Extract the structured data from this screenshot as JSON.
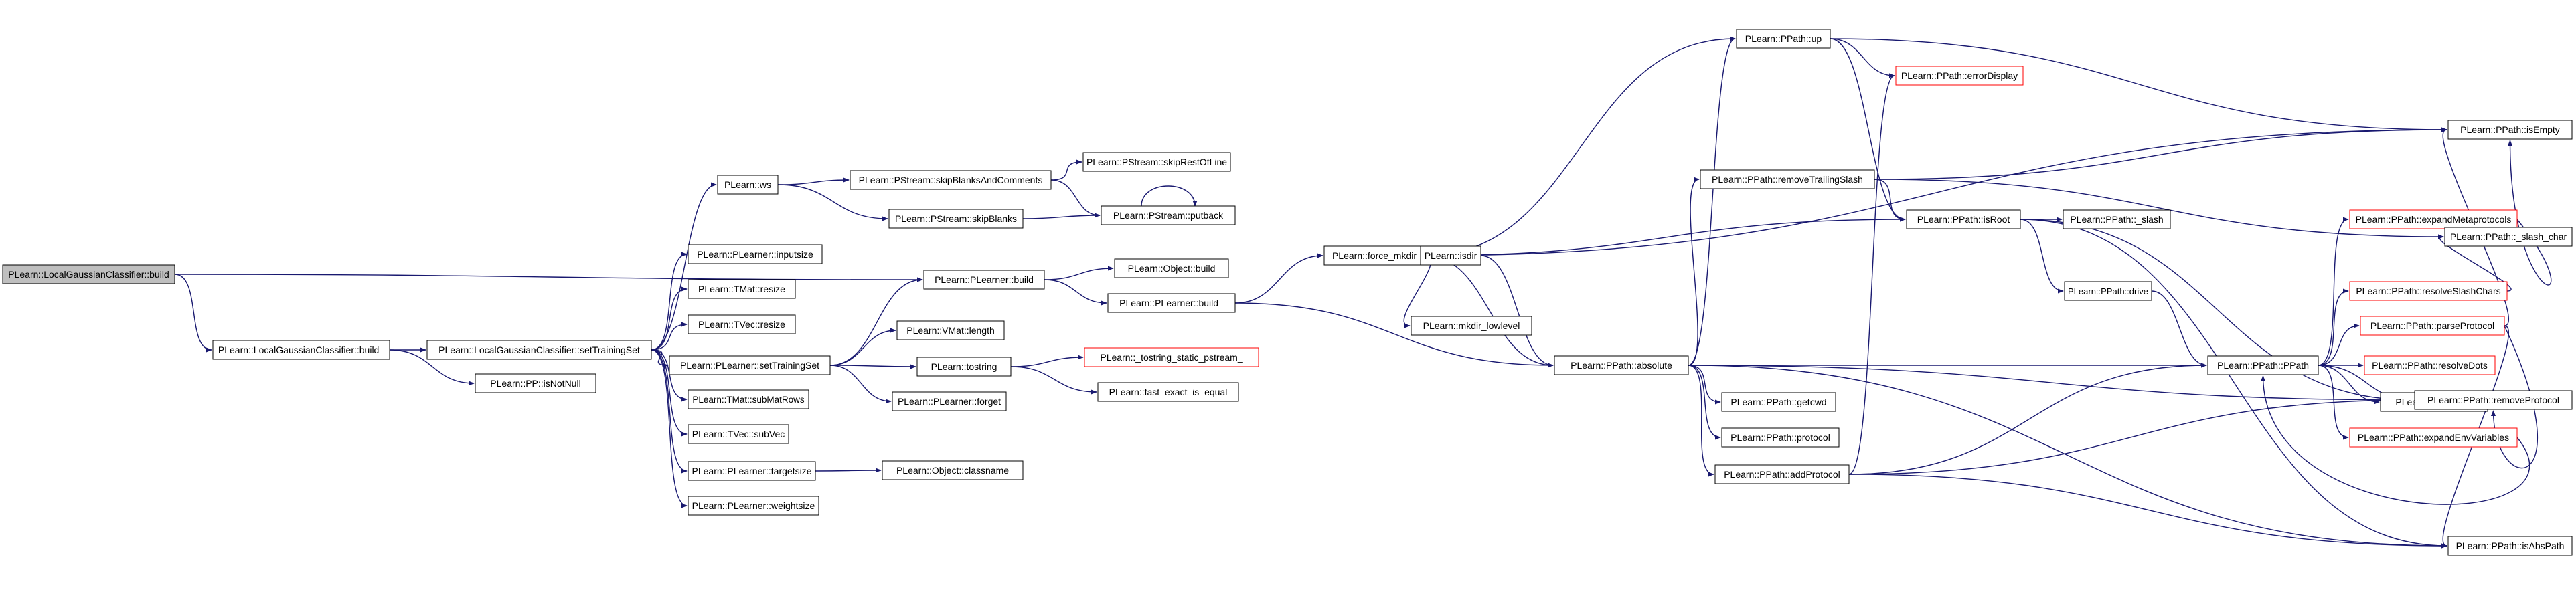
{
  "colors": {
    "edge": "#191970",
    "node_border": "#000000",
    "external_border": "#ff0000",
    "root_fill": "#bfbfbf",
    "node_fill": "#ffffff"
  },
  "nodes": [
    {
      "id": "n_build",
      "label": "PLearn::LocalGaussianClassifier::build",
      "style": "root"
    },
    {
      "id": "n_build_",
      "label": "PLearn::LocalGaussianClassifier::build_"
    },
    {
      "id": "n_setTS",
      "label": "PLearn::LocalGaussianClassifier::setTrainingSet"
    },
    {
      "id": "n_isNotNull",
      "label": "PLearn::PP::isNotNull"
    },
    {
      "id": "n_ws",
      "label": "PLearn::ws"
    },
    {
      "id": "n_inputsize",
      "label": "PLearn::PLearner::inputsize"
    },
    {
      "id": "n_tmat_resize",
      "label": "PLearn::TMat::resize"
    },
    {
      "id": "n_tvec_resize",
      "label": "PLearn::TVec::resize"
    },
    {
      "id": "n_pl_setTS",
      "label": "PLearn::PLearner::setTrainingSet"
    },
    {
      "id": "n_subMatRows",
      "label": "PLearn::TMat::subMatRows"
    },
    {
      "id": "n_subVec",
      "label": "PLearn::TVec::subVec"
    },
    {
      "id": "n_targetsize",
      "label": "PLearn::PLearner::targetsize"
    },
    {
      "id": "n_weightsize",
      "label": "PLearn::PLearner::weightsize"
    },
    {
      "id": "n_skipBC",
      "label": "PLearn::PStream::skipBlanksAndComments"
    },
    {
      "id": "n_skipBlanks",
      "label": "PLearn::PStream::skipBlanks"
    },
    {
      "id": "n_skipRest",
      "label": "PLearn::PStream::skipRestOfLine"
    },
    {
      "id": "n_putback",
      "label": "PLearn::PStream::putback"
    },
    {
      "id": "n_pl_build",
      "label": "PLearn::PLearner::build"
    },
    {
      "id": "n_obj_build",
      "label": "PLearn::Object::build"
    },
    {
      "id": "n_pl_build_",
      "label": "PLearn::PLearner::build_"
    },
    {
      "id": "n_vmat_length",
      "label": "PLearn::VMat::length"
    },
    {
      "id": "n_tostring",
      "label": "PLearn::tostring"
    },
    {
      "id": "n_forget",
      "label": "PLearn::PLearner::forget"
    },
    {
      "id": "n_tostring_static",
      "label": "PLearn::_tostring_static_pstream_",
      "style": "ext"
    },
    {
      "id": "n_fast_exact",
      "label": "PLearn::fast_exact_is_equal"
    },
    {
      "id": "n_classname",
      "label": "PLearn::Object::classname"
    },
    {
      "id": "n_force_mkdir",
      "label": "PLearn::force_mkdir"
    },
    {
      "id": "n_isdir",
      "label": "PLearn::isdir"
    },
    {
      "id": "n_mkdir_lowlevel",
      "label": "PLearn::mkdir_lowlevel"
    },
    {
      "id": "n_absolute",
      "label": "PLearn::PPath::absolute"
    },
    {
      "id": "n_up",
      "label": "PLearn::PPath::up"
    },
    {
      "id": "n_errorDisplay",
      "label": "PLearn::PPath::errorDisplay",
      "style": "ext"
    },
    {
      "id": "n_removeTS",
      "label": "PLearn::PPath::removeTrailingSlash"
    },
    {
      "id": "n_isRoot",
      "label": "PLearn::PPath::isRoot"
    },
    {
      "id": "n_slash",
      "label": "PLearn::PPath::_slash"
    },
    {
      "id": "n_drive",
      "label": "PLearn::PPath::drive"
    },
    {
      "id": "n_getcwd",
      "label": "PLearn::PPath::getcwd"
    },
    {
      "id": "n_protocol",
      "label": "PLearn::PPath::protocol"
    },
    {
      "id": "n_addProtocol",
      "label": "PLearn::PPath::addProtocol"
    },
    {
      "id": "n_ppath",
      "label": "PLearn::PPath::PPath"
    },
    {
      "id": "n_expandMeta",
      "label": "PLearn::PPath::expandMetaprotocols",
      "style": "ext"
    },
    {
      "id": "n_resolveSlash",
      "label": "PLearn::PPath::resolveSlashChars",
      "style": "ext"
    },
    {
      "id": "n_parseProtocol",
      "label": "PLearn::PPath::parseProtocol",
      "style": "ext"
    },
    {
      "id": "n_resolveDots",
      "label": "PLearn::PPath::resolveDots",
      "style": "ext"
    },
    {
      "id": "n_startsWith",
      "label": "PLearn::startsWith"
    },
    {
      "id": "n_expandEnv",
      "label": "PLearn::PPath::expandEnvVariables",
      "style": "ext"
    },
    {
      "id": "n_isEmpty",
      "label": "PLearn::PPath::isEmpty"
    },
    {
      "id": "n_slash_char",
      "label": "PLearn::PPath::_slash_char"
    },
    {
      "id": "n_removeProtocol",
      "label": "PLearn::PPath::removeProtocol"
    },
    {
      "id": "n_isAbsPath",
      "label": "PLearn::PPath::isAbsPath"
    }
  ],
  "edges": [
    [
      "n_build",
      "n_build_"
    ],
    [
      "n_build",
      "n_pl_build"
    ],
    [
      "n_build_",
      "n_setTS"
    ],
    [
      "n_build_",
      "n_isNotNull"
    ],
    [
      "n_setTS",
      "n_ws"
    ],
    [
      "n_setTS",
      "n_inputsize"
    ],
    [
      "n_setTS",
      "n_tmat_resize"
    ],
    [
      "n_setTS",
      "n_tvec_resize"
    ],
    [
      "n_setTS",
      "n_pl_setTS"
    ],
    [
      "n_setTS",
      "n_subMatRows"
    ],
    [
      "n_setTS",
      "n_subVec"
    ],
    [
      "n_setTS",
      "n_targetsize"
    ],
    [
      "n_setTS",
      "n_weightsize"
    ],
    [
      "n_ws",
      "n_skipBC"
    ],
    [
      "n_ws",
      "n_skipBlanks"
    ],
    [
      "n_skipBC",
      "n_skipRest"
    ],
    [
      "n_skipBC",
      "n_putback"
    ],
    [
      "n_skipBlanks",
      "n_putback"
    ],
    [
      "n_putback",
      "n_putback"
    ],
    [
      "n_pl_setTS",
      "n_pl_build"
    ],
    [
      "n_pl_setTS",
      "n_vmat_length"
    ],
    [
      "n_pl_setTS",
      "n_tostring"
    ],
    [
      "n_pl_setTS",
      "n_forget"
    ],
    [
      "n_pl_build",
      "n_obj_build"
    ],
    [
      "n_pl_build",
      "n_pl_build_"
    ],
    [
      "n_tostring",
      "n_tostring_static"
    ],
    [
      "n_tostring",
      "n_fast_exact"
    ],
    [
      "n_targetsize",
      "n_classname"
    ],
    [
      "n_pl_build_",
      "n_force_mkdir"
    ],
    [
      "n_pl_build_",
      "n_absolute"
    ],
    [
      "n_force_mkdir",
      "n_up"
    ],
    [
      "n_force_mkdir",
      "n_isdir"
    ],
    [
      "n_force_mkdir",
      "n_mkdir_lowlevel"
    ],
    [
      "n_force_mkdir",
      "n_absolute"
    ],
    [
      "n_force_mkdir",
      "n_isRoot"
    ],
    [
      "n_force_mkdir",
      "n_isEmpty"
    ],
    [
      "n_isdir",
      "n_absolute"
    ],
    [
      "n_up",
      "n_errorDisplay"
    ],
    [
      "n_up",
      "n_isRoot"
    ],
    [
      "n_up",
      "n_isEmpty"
    ],
    [
      "n_absolute",
      "n_up"
    ],
    [
      "n_absolute",
      "n_removeTS"
    ],
    [
      "n_absolute",
      "n_ppath"
    ],
    [
      "n_absolute",
      "n_getcwd"
    ],
    [
      "n_absolute",
      "n_protocol"
    ],
    [
      "n_absolute",
      "n_addProtocol"
    ],
    [
      "n_absolute",
      "n_removeProtocol"
    ],
    [
      "n_absolute",
      "n_isAbsPath"
    ],
    [
      "n_removeTS",
      "n_isRoot"
    ],
    [
      "n_removeTS",
      "n_isEmpty"
    ],
    [
      "n_removeTS",
      "n_slash_char"
    ],
    [
      "n_isRoot",
      "n_slash"
    ],
    [
      "n_isRoot",
      "n_drive"
    ],
    [
      "n_isRoot",
      "n_removeProtocol"
    ],
    [
      "n_isRoot",
      "n_isAbsPath"
    ],
    [
      "n_drive",
      "n_ppath"
    ],
    [
      "n_addProtocol",
      "n_errorDisplay"
    ],
    [
      "n_addProtocol",
      "n_ppath"
    ],
    [
      "n_addProtocol",
      "n_removeProtocol"
    ],
    [
      "n_addProtocol",
      "n_isAbsPath"
    ],
    [
      "n_ppath",
      "n_expandMeta"
    ],
    [
      "n_ppath",
      "n_resolveSlash"
    ],
    [
      "n_ppath",
      "n_parseProtocol"
    ],
    [
      "n_ppath",
      "n_resolveDots"
    ],
    [
      "n_ppath",
      "n_startsWith"
    ],
    [
      "n_ppath",
      "n_expandEnv"
    ],
    [
      "n_ppath",
      "n_removeProtocol"
    ],
    [
      "n_expandMeta",
      "n_isEmpty"
    ],
    [
      "n_resolveSlash",
      "n_slash_char"
    ],
    [
      "n_parseProtocol",
      "n_isEmpty"
    ],
    [
      "n_parseProtocol",
      "n_removeProtocol"
    ],
    [
      "n_parseProtocol",
      "n_isAbsPath"
    ],
    [
      "n_expandEnv",
      "n_ppath"
    ]
  ]
}
